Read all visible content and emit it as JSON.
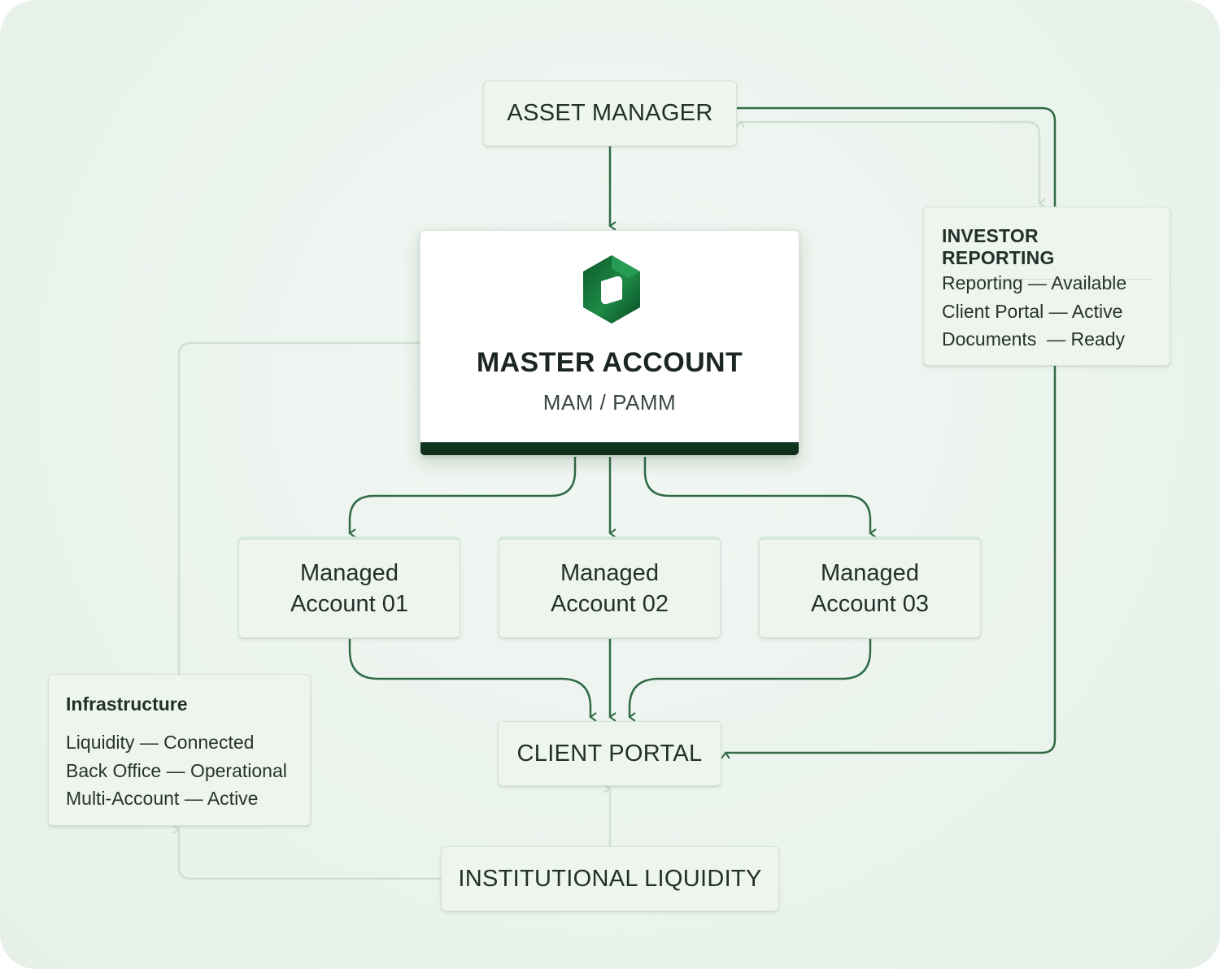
{
  "nodes": {
    "asset_manager": "ASSET MANAGER",
    "master_account": {
      "title": "MASTER ACCOUNT",
      "subtitle": "MAM / PAMM",
      "logo_icon": "green-hexagon-logo-icon"
    },
    "managed_accounts": [
      {
        "line1": "Managed",
        "line2": "Account 01"
      },
      {
        "line1": "Managed",
        "line2": "Account 02"
      },
      {
        "line1": "Managed",
        "line2": "Account 03"
      }
    ],
    "client_portal": "CLIENT PORTAL",
    "institutional_liquidity": "INSTITUTIONAL LIQUIDITY"
  },
  "investor_reporting": {
    "title": "INVESTOR REPORTING",
    "rows": [
      "Reporting — Available",
      "Client Portal — Active",
      "Documents  — Ready"
    ]
  },
  "infrastructure": {
    "title": "Infrastructure",
    "rows": [
      "Liquidity — Connected",
      "Back Office — Operational",
      "Multi-Account — Active"
    ]
  },
  "colors": {
    "connector_primary": "#2f6b45",
    "connector_faded": "#cfe0d3",
    "brand_green": "#1d7a3e",
    "master_footer": "#123520"
  }
}
